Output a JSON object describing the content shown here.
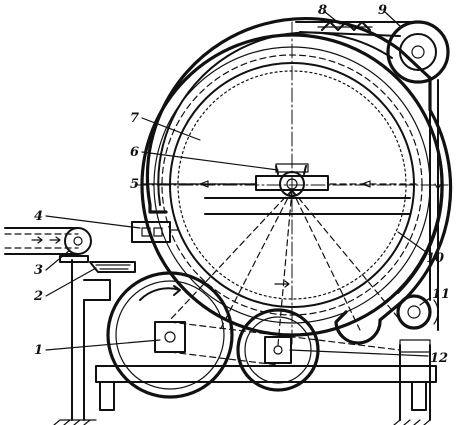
{
  "diagram": {
    "labels": [
      {
        "id": "1",
        "text": "1"
      },
      {
        "id": "2",
        "text": "2"
      },
      {
        "id": "3",
        "text": "3"
      },
      {
        "id": "4",
        "text": "4"
      },
      {
        "id": "5",
        "text": "5"
      },
      {
        "id": "6",
        "text": "6"
      },
      {
        "id": "7",
        "text": "7"
      },
      {
        "id": "8",
        "text": "8"
      },
      {
        "id": "9",
        "text": "9"
      },
      {
        "id": "10",
        "text": "10"
      },
      {
        "id": "11",
        "text": "11"
      },
      {
        "id": "12",
        "text": "12"
      }
    ]
  }
}
